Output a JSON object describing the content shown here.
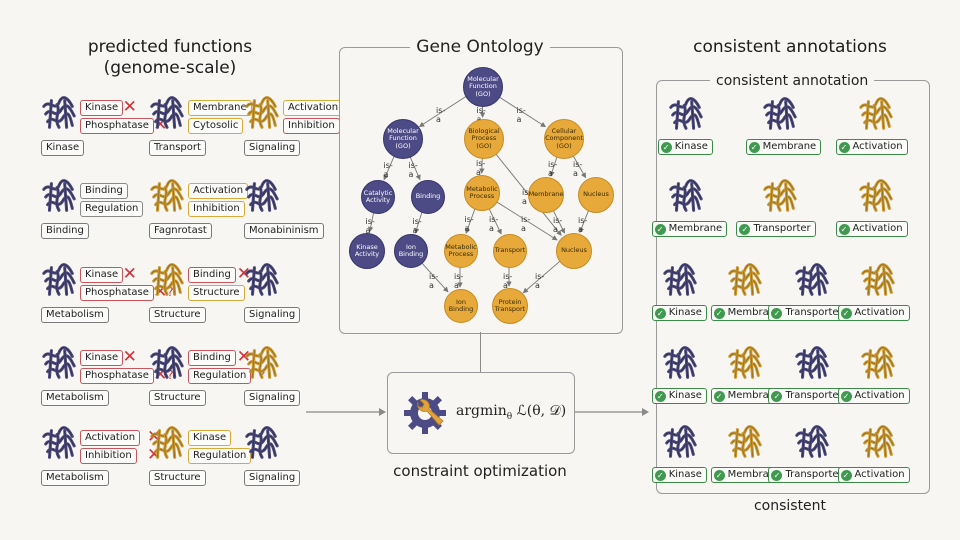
{
  "left": {
    "title_line1": "predicted functions",
    "title_line2": "(genome-scale)",
    "rows": [
      {
        "cells": [
          {
            "color": "purple",
            "tags": [
              {
                "text": "Kinase",
                "mark": "x"
              },
              {
                "text": "Phosphatase",
                "mark": "x"
              }
            ],
            "caption": "Kinase"
          },
          {
            "color": "purple",
            "tags": [
              {
                "text": "Membrane",
                "mark": ""
              },
              {
                "text": "Cytosolic",
                "mark": ""
              }
            ],
            "caption": "Transport"
          },
          {
            "color": "gold",
            "tags": [
              {
                "text": "Activation",
                "mark": ""
              },
              {
                "text": "Inhibition",
                "mark": "?"
              }
            ],
            "caption": "Signaling"
          }
        ]
      },
      {
        "cells": [
          {
            "color": "purple",
            "tags": [
              {
                "text": "Binding",
                "mark": ""
              },
              {
                "text": "Regulation",
                "mark": ""
              }
            ],
            "caption": "Binding"
          },
          {
            "color": "gold",
            "tags": [
              {
                "text": "Activation",
                "mark": ""
              },
              {
                "text": "Inhibition",
                "mark": ""
              }
            ],
            "caption": "Fagnrotast"
          },
          {
            "color": "purple",
            "tags": [],
            "caption": "Monabininism"
          }
        ]
      },
      {
        "cells": [
          {
            "color": "purple",
            "tags": [
              {
                "text": "Kinase",
                "mark": "x"
              },
              {
                "text": "Phosphatase",
                "mark": "x?"
              }
            ],
            "caption": "Metabolism"
          },
          {
            "color": "gold",
            "tags": [
              {
                "text": "Binding",
                "mark": "x"
              },
              {
                "text": "Structure",
                "mark": ""
              }
            ],
            "caption": "Structure"
          },
          {
            "color": "purple",
            "tags": [],
            "caption": "Signaling"
          }
        ]
      },
      {
        "cells": [
          {
            "color": "purple",
            "tags": [
              {
                "text": "Kinase",
                "mark": "x"
              },
              {
                "text": "Phosphatase",
                "mark": "x?"
              }
            ],
            "caption": "Metabolism"
          },
          {
            "color": "purple",
            "tags": [
              {
                "text": "Binding",
                "mark": "x"
              },
              {
                "text": "Regulation",
                "mark": "?"
              }
            ],
            "caption": "Structure"
          },
          {
            "color": "gold",
            "tags": [],
            "caption": "Signaling"
          }
        ]
      },
      {
        "cells": [
          {
            "color": "purple",
            "tags": [
              {
                "text": "Activation",
                "mark": "x"
              },
              {
                "text": "Inhibition",
                "mark": "x"
              }
            ],
            "caption": "Metabolism"
          },
          {
            "color": "gold",
            "tags": [
              {
                "text": "Kinase",
                "mark": ""
              },
              {
                "text": "Regulation",
                "mark": ""
              }
            ],
            "caption": "Structure"
          },
          {
            "color": "purple",
            "tags": [],
            "caption": "Signaling"
          }
        ]
      }
    ]
  },
  "ontology": {
    "title": "Gene Ontology",
    "nodes": [
      {
        "id": "mf",
        "label": "Molecular Function (GO)",
        "color": "purple"
      },
      {
        "id": "mf2",
        "label": "Molecular Function (GO)",
        "color": "purple"
      },
      {
        "id": "bp",
        "label": "Biological Process (GO)",
        "color": "gold"
      },
      {
        "id": "cc",
        "label": "Cellular Component (GO)",
        "color": "gold"
      },
      {
        "id": "cat",
        "label": "Catalytic Activity",
        "color": "purple"
      },
      {
        "id": "bind",
        "label": "Binding",
        "color": "purple"
      },
      {
        "id": "met",
        "label": "Metabolic Process",
        "color": "gold"
      },
      {
        "id": "mem",
        "label": "Membrane",
        "color": "gold"
      },
      {
        "id": "nuc1",
        "label": "Nucleus",
        "color": "gold"
      },
      {
        "id": "ka",
        "label": "Kinase Activity",
        "color": "purple"
      },
      {
        "id": "ionb",
        "label": "Ion Binding",
        "color": "purple"
      },
      {
        "id": "metp",
        "label": "Metabolic Process",
        "color": "gold"
      },
      {
        "id": "tr",
        "label": "Transport",
        "color": "gold"
      },
      {
        "id": "nuc2",
        "label": "Nucleus",
        "color": "gold"
      },
      {
        "id": "ionb2",
        "label": "Ion Binding",
        "color": "gold"
      },
      {
        "id": "pt",
        "label": "Protein Transport",
        "color": "gold"
      }
    ],
    "edge_label": "is-a"
  },
  "optimization": {
    "formula_prefix": "argmin",
    "formula_sub": "θ",
    "formula_body": " ℒ(θ, 𝒟)",
    "caption": "constraint optimization"
  },
  "right": {
    "title": "consistent annotations",
    "box_label": "consistent annotation",
    "footer": "consistent",
    "rows": [
      [
        {
          "color": "purple",
          "label": "Kinase"
        },
        {
          "color": "purple",
          "label": "Membrane"
        },
        {
          "color": "gold",
          "label": "Activation"
        }
      ],
      [
        {
          "color": "purple",
          "label": "Membrane"
        },
        {
          "color": "gold",
          "label": "Transporter"
        },
        {
          "color": "gold",
          "label": "Activation"
        }
      ],
      [
        {
          "color": "purple",
          "label": "Kinase"
        },
        {
          "color": "gold",
          "label": "Membrane"
        },
        {
          "color": "purple",
          "label": "Transporter"
        },
        {
          "color": "gold",
          "label": "Activation"
        }
      ],
      [
        {
          "color": "purple",
          "label": "Kinase"
        },
        {
          "color": "gold",
          "label": "Membrane"
        },
        {
          "color": "purple",
          "label": "Transporter"
        },
        {
          "color": "gold",
          "label": "Activation"
        }
      ],
      [
        {
          "color": "purple",
          "label": "Kinase"
        },
        {
          "color": "gold",
          "label": "Membrane"
        },
        {
          "color": "purple",
          "label": "Transporter"
        },
        {
          "color": "gold",
          "label": "Activation"
        }
      ]
    ]
  },
  "colors": {
    "purple": "#4a4878",
    "gold": "#c9962e",
    "red": "#d0313b",
    "green": "#3f9a4f"
  },
  "icons": {
    "protein": "protein-ribbon-icon",
    "gear": "gear-wrench-icon",
    "check": "check-icon",
    "cross": "cross-icon"
  }
}
